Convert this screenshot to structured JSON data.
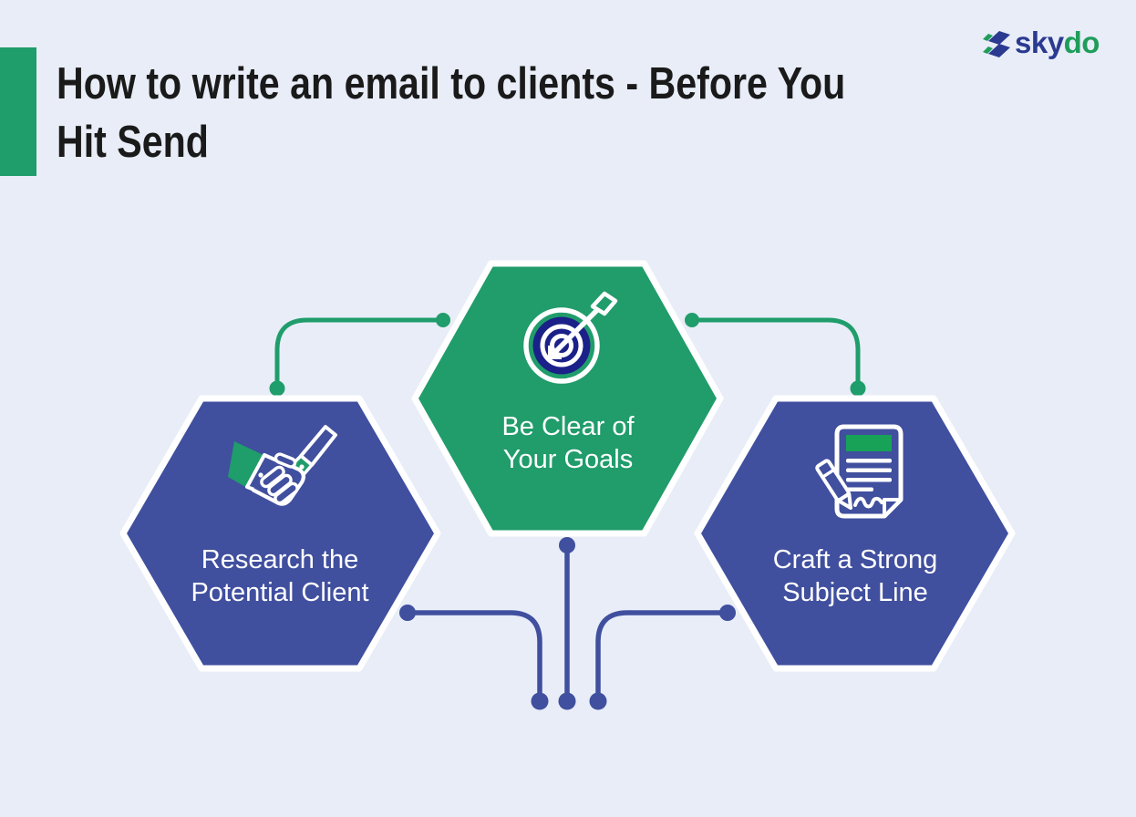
{
  "page": {
    "background_color": "#E8EDF8"
  },
  "header": {
    "title_lines": [
      "How to write an email to clients - Before You",
      "Hit Send"
    ],
    "accent_color": "#1F9D6B",
    "title_color": "#1A1A1A"
  },
  "logo": {
    "icon": "skydo-logo-icon",
    "text_primary": "sky",
    "text_secondary": "do",
    "primary_color": "#2B3A90",
    "secondary_color": "#1F9D5B"
  },
  "diagram": {
    "nodes": [
      {
        "id": "research-client",
        "label": "Research the\nPotential Client",
        "icon": "handshake-icon",
        "shape": "hexagon",
        "fill": "#404F9E"
      },
      {
        "id": "clear-goals",
        "label": "Be Clear of\nYour Goals",
        "icon": "target-icon",
        "shape": "hexagon",
        "fill": "#219C6B"
      },
      {
        "id": "strong-subject",
        "label": "Craft a Strong\nSubject Line",
        "icon": "document-pen-icon",
        "shape": "hexagon",
        "fill": "#404F9E"
      }
    ],
    "connections": [
      {
        "from": "clear-goals",
        "to": "research-client",
        "color": "#1F9D6B"
      },
      {
        "from": "clear-goals",
        "to": "strong-subject",
        "color": "#1F9D6B"
      },
      {
        "from": "clear-goals",
        "to": "bottom",
        "color": "#404F9E"
      },
      {
        "from": "research-client",
        "to": "bottom",
        "color": "#404F9E"
      },
      {
        "from": "strong-subject",
        "to": "bottom",
        "color": "#404F9E"
      }
    ],
    "connector_colors": {
      "green": "#1F9D6B",
      "blue": "#404F9E"
    },
    "icon_accent_navy": "#1B2188",
    "icon_accent_green": "#17A257"
  }
}
